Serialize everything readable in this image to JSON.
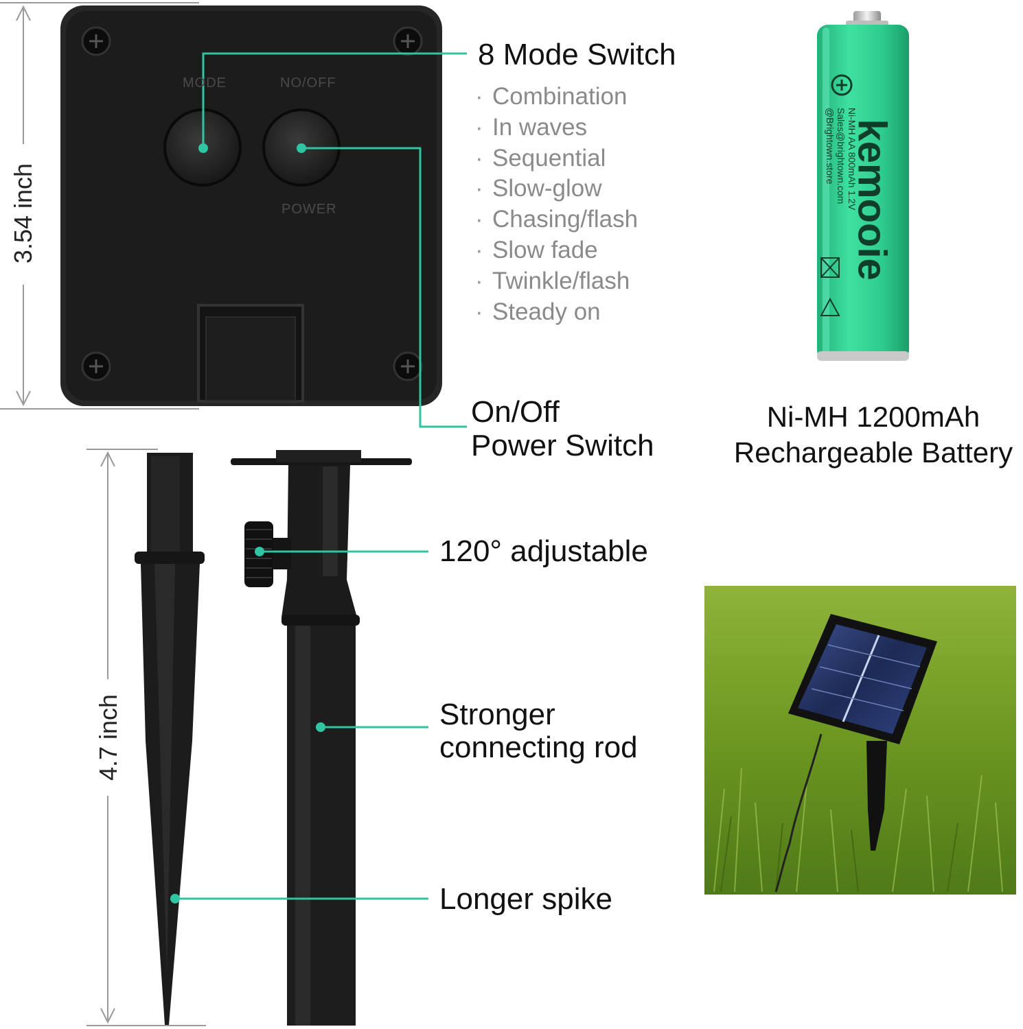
{
  "colors": {
    "accent": "#2fc4a2",
    "device": "#1b1b1b",
    "battery_green": "#2fcc8f",
    "grass": "#6f9a22"
  },
  "control_box": {
    "height_label": "3.54 inch",
    "button_labels": {
      "mode": "MODE",
      "on_off": "NO/OFF",
      "power": "POWER"
    }
  },
  "mode_switch": {
    "title": "8 Mode Switch",
    "modes": [
      "Combination",
      "In waves",
      "Sequential",
      "Slow-glow",
      "Chasing/flash",
      "Slow fade",
      "Twinkle/flash",
      "Steady on"
    ]
  },
  "power_switch": {
    "line1": "On/Off",
    "line2": "Power Switch"
  },
  "battery": {
    "brand": "kemooie",
    "print_line1": "Ni-MH AA 800mAh 1.2V",
    "print_line2": "Sales@brightown.com",
    "print_line3": "@Brightown.store",
    "caption_line1": "Ni-MH 1200mAh",
    "caption_line2": "Rechargeable Battery"
  },
  "stake": {
    "height_label": "4.7 inch",
    "adjustable_label": "120° adjustable",
    "rod_line1": "Stronger",
    "rod_line2": "connecting rod",
    "spike_label": "Longer spike"
  }
}
